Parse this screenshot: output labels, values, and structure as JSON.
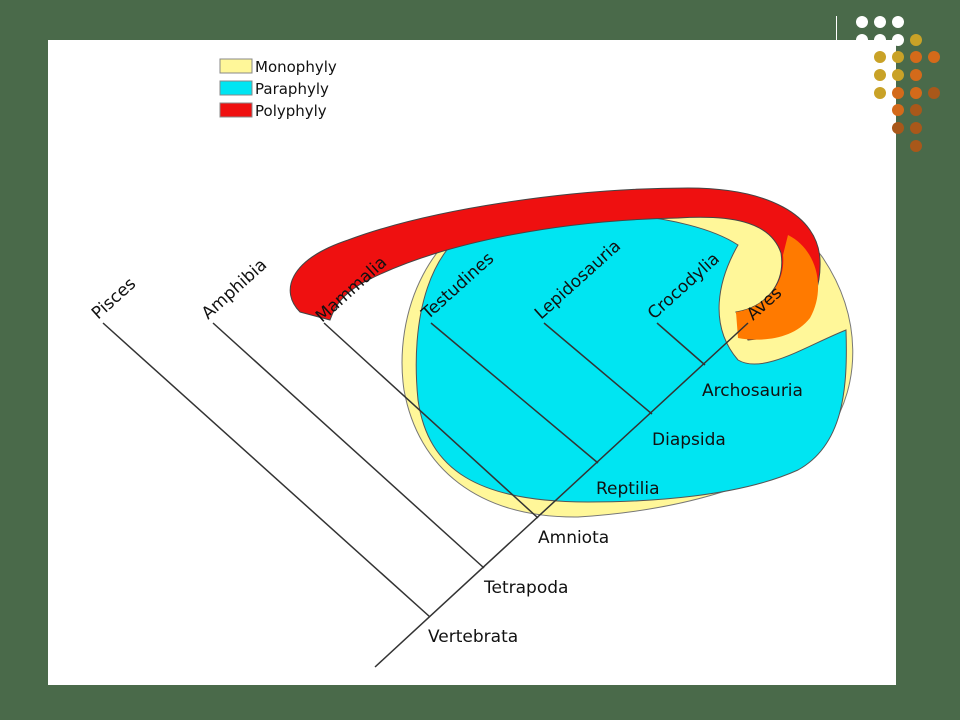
{
  "legend": {
    "monophyly": {
      "label": "Monophyly",
      "color": "#fff799"
    },
    "paraphyly": {
      "label": "Paraphyly",
      "color": "#00e5f2"
    },
    "polyphyly": {
      "label": "Polyphyly",
      "color": "#ef1010"
    }
  },
  "taxa": {
    "pisces": "Pisces",
    "amphibia": "Amphibia",
    "mammalia": "Mammalia",
    "testudines": "Testudines",
    "lepidosauria": "Lepidosauria",
    "crocodylia": "Crocodylia",
    "aves": "Aves"
  },
  "nodes": {
    "archosauria": "Archosauria",
    "diapsida": "Diapsida",
    "reptilia": "Reptilia",
    "amniota": "Amniota",
    "tetrapoda": "Tetrapoda",
    "vertebrata": "Vertebrata"
  },
  "colors": {
    "background": "#4a6a4a",
    "slide": "#ffffff",
    "overlap": "#ff7a00",
    "tree_line": "#333333",
    "dot_white": "#ffffff",
    "dot_gold": "#c9a227",
    "dot_orange": "#d46a1a",
    "dot_brown": "#a9581a"
  }
}
